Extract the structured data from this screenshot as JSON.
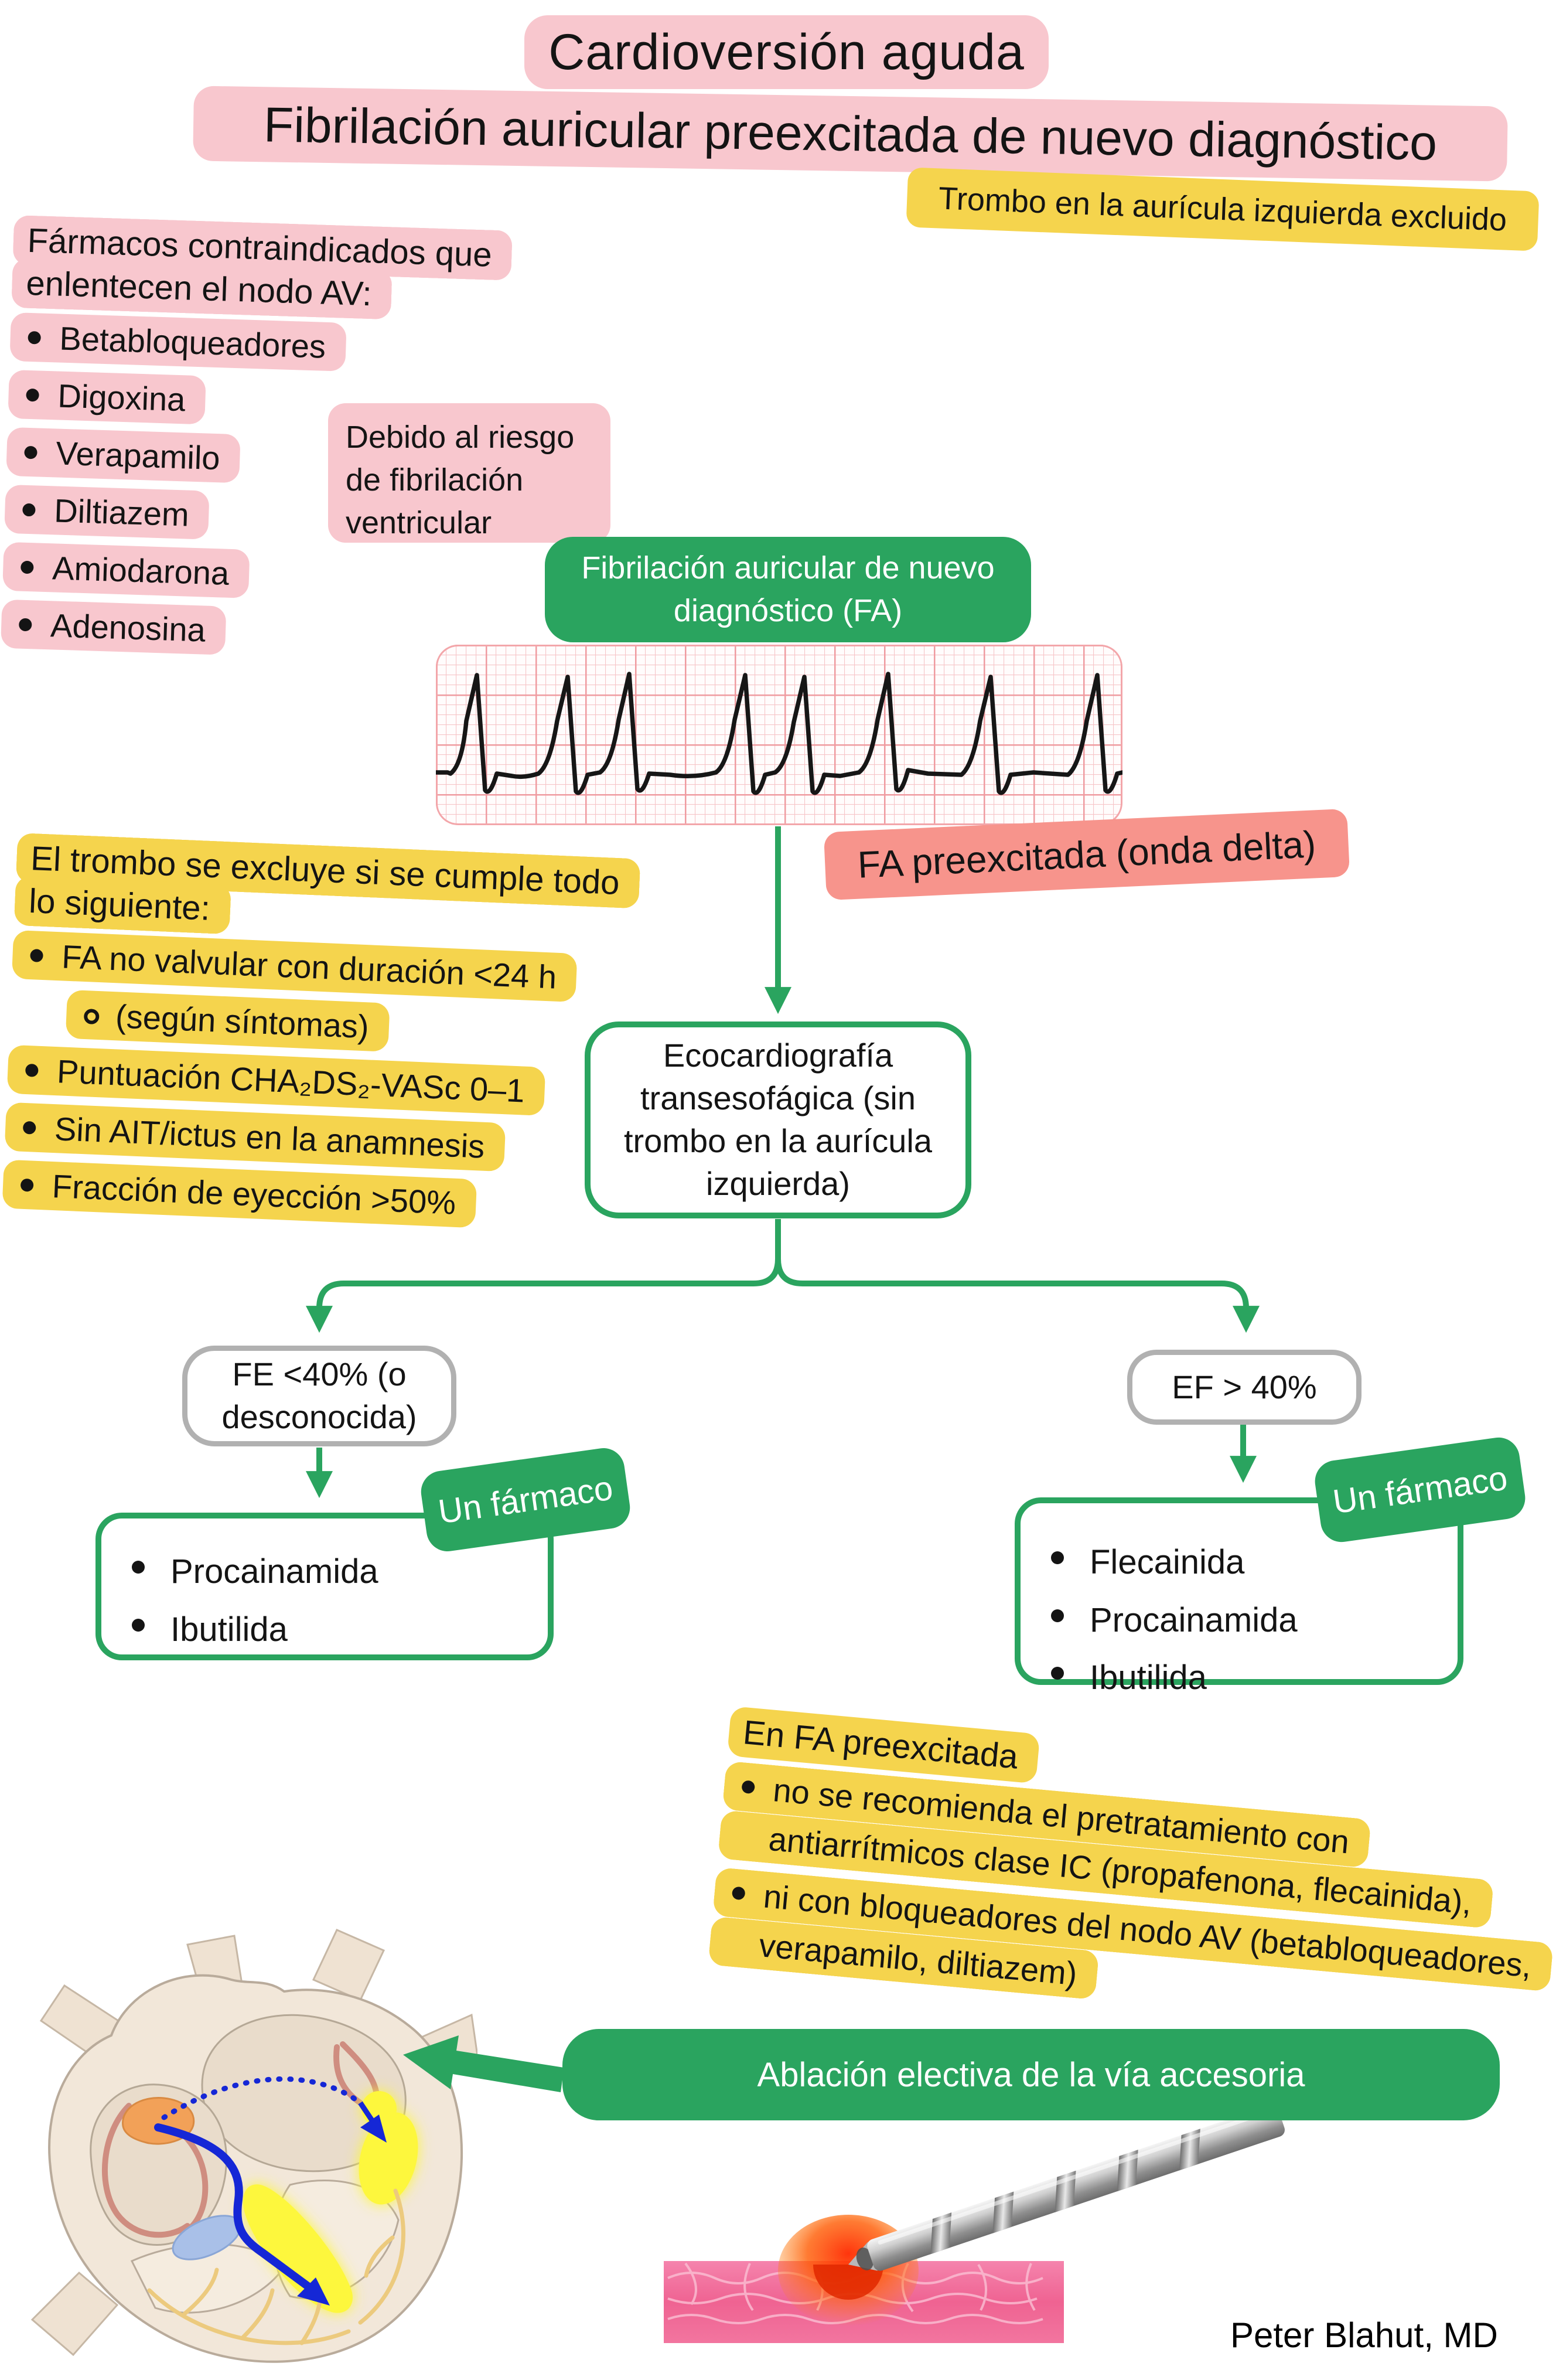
{
  "diagram": {
    "title": "Cardioversión aguda",
    "subtitle": "Fibrilación auricular preexcitada de nuevo diagnóstico",
    "thrombus_badge": "Trombo en la aurícula izquierda excluido",
    "author": "Peter Blahut, MD"
  },
  "contraindicated_box": {
    "heading": "Fármacos contraindicados que enlentecen el nodo AV:",
    "items": [
      "Betabloqueadores",
      "Digoxina",
      "Verapamilo",
      "Diltiazem",
      "Amiodarona",
      "Adenosina"
    ]
  },
  "risk_note": {
    "text": "Debido al riesgo de fibrilación ventricular"
  },
  "af_node": {
    "label": "Fibrilación auricular de nuevo diagnóstico (FA)"
  },
  "ecg": {
    "caption": "FA preexcitada (onda delta)"
  },
  "exclusion_box": {
    "heading": "El trombo se excluye si se cumple todo lo siguiente:",
    "items": [
      {
        "text": "FA no valvular con duración <24 h"
      },
      {
        "text": "(según síntomas)",
        "sub": true
      },
      {
        "text": "Puntuación CHA₂DS₂-VASc 0–1"
      },
      {
        "text": "Sin AIT/ictus en la anamnesis"
      },
      {
        "text": "Fracción de eyección >50%"
      }
    ]
  },
  "tee_node": {
    "label": "Ecocardiografía transesofágica (sin trombo en la aurícula izquierda)"
  },
  "left_branch": {
    "condition": "FE <40% (o desconocida)",
    "badge": "Un fármaco",
    "drugs": [
      "Procainamida",
      "Ibutilida"
    ]
  },
  "right_branch": {
    "condition": "EF > 40%",
    "badge": "Un fármaco",
    "drugs": [
      "Flecainida",
      "Procainamida",
      "Ibutilida"
    ]
  },
  "warning_box": {
    "heading": "En FA preexcitada",
    "items": [
      "no se recomienda el pretratamiento con antiarrítmicos clase IC (propafenona, flecainida),",
      "ni con bloqueadores del nodo AV (betabloqueadores, verapamilo, diltiazem)"
    ]
  },
  "ablation_node": {
    "label": "Ablación electiva de la vía accesoria"
  },
  "colors": {
    "green": "#2aa45f",
    "light_pink": "#f8c7ce",
    "salmon": "#f7948c",
    "yellow": "#f5d44d",
    "gray_border": "#b1b1b1",
    "ecg_grid_minor": "#f6c5c8",
    "ecg_grid_major": "#ef9ba0"
  }
}
